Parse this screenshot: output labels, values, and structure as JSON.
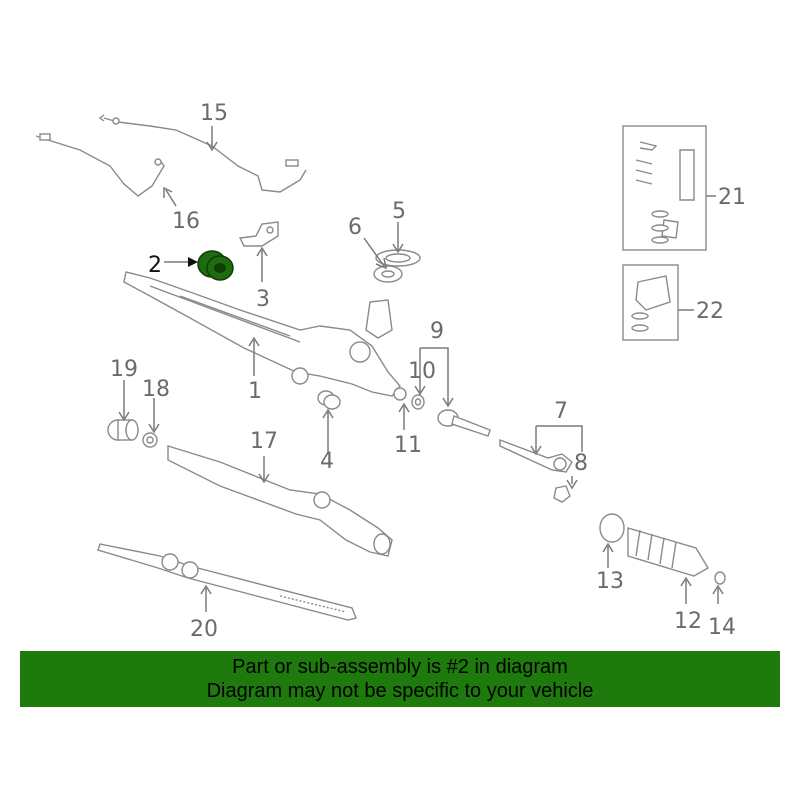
{
  "callouts": {
    "c1": "1",
    "c2": "2",
    "c3": "3",
    "c4": "4",
    "c5": "5",
    "c6": "6",
    "c7": "7",
    "c8": "8",
    "c9": "9",
    "c10": "10",
    "c11": "11",
    "c12": "12",
    "c13": "13",
    "c14": "14",
    "c15": "15",
    "c16": "16",
    "c17": "17",
    "c18": "18",
    "c19": "19",
    "c20": "20",
    "c21": "21",
    "c22": "22"
  },
  "highlight_part": "2",
  "colors": {
    "highlight": "#1e6b10",
    "banner": "#1e7a0c",
    "line_art": "#8a8a8a"
  },
  "banner": {
    "line1": "Part or sub-assembly is #2 in diagram",
    "line2": "Diagram may not be specific to your vehicle"
  }
}
